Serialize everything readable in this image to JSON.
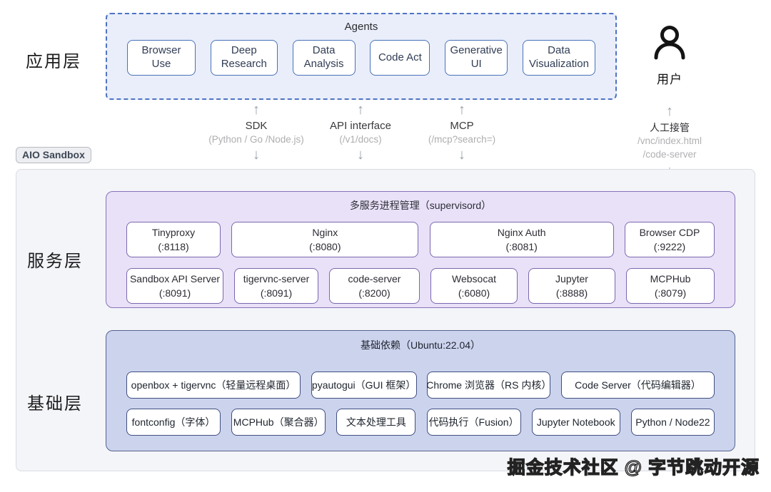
{
  "layers": {
    "app_label": "应用层",
    "service_label": "服务层",
    "base_label": "基础层"
  },
  "sandbox_tag": "AIO Sandbox",
  "agents": {
    "title": "Agents",
    "items": [
      "Browser Use",
      "Deep Research",
      "Data Analysis",
      "Code Act",
      "Generative UI",
      "Data Visualization"
    ]
  },
  "icons": {
    "arrow_up": "↑",
    "arrow_down": "↓"
  },
  "connectors": [
    {
      "label": "SDK",
      "sublabel": "(Python / Go /Node.js)"
    },
    {
      "label": "API interface",
      "sublabel": "(/v1/docs)"
    },
    {
      "label": "MCP",
      "sublabel": "(/mcp?search=)"
    }
  ],
  "user": {
    "label": "用户",
    "takeover": "人工接管",
    "paths": [
      "/vnc/index.html",
      "/code-server"
    ]
  },
  "service_layer": {
    "title": "多服务进程管理（supervisord）",
    "row1": [
      {
        "name": "Tinyproxy",
        "port": "(:8118)"
      },
      {
        "name": "Nginx",
        "port": "(:8080)"
      },
      {
        "name": "Nginx Auth",
        "port": "(:8081)"
      },
      {
        "name": "Browser CDP",
        "port": "(:9222)"
      }
    ],
    "row2": [
      {
        "name": "Sandbox API Server",
        "port": "(:8091)"
      },
      {
        "name": "tigervnc-server",
        "port": "(:8091)"
      },
      {
        "name": "code-server",
        "port": "(:8200)"
      },
      {
        "name": "Websocat",
        "port": "(:6080)"
      },
      {
        "name": "Jupyter",
        "port": "(:8888)"
      },
      {
        "name": "MCPHub",
        "port": "(:8079)"
      }
    ]
  },
  "base_layer": {
    "title": "基础依赖（Ubuntu:22.04）",
    "row1": [
      "openbox + tigervnc（轻量远程桌面）",
      "pyautogui（GUI 框架）",
      "Chrome 浏览器（RS 内核）",
      "Code Server（代码编辑器）"
    ],
    "row2": [
      "fontconfig（字体）",
      "MCPHub（聚合器）",
      "文本处理工具",
      "代码执行（Fusion）",
      "Jupyter Notebook",
      "Python / Node22"
    ]
  },
  "watermark": "掘金技术社区 @ 字节跳动开源",
  "colors": {
    "agents_border": "#4e74c2",
    "agents_bg": "#e9eefa",
    "agent_box_border": "#4a72b8",
    "service_bg": "#e9e1f7",
    "service_border": "#8672ba",
    "service_item_border": "#7b67b0",
    "base_bg": "#ccd3ed",
    "base_border": "#55648f",
    "base_item_border": "#3f4f80",
    "container_bg": "#f4f5f8",
    "arrow_gray": "#9aa0a6"
  }
}
